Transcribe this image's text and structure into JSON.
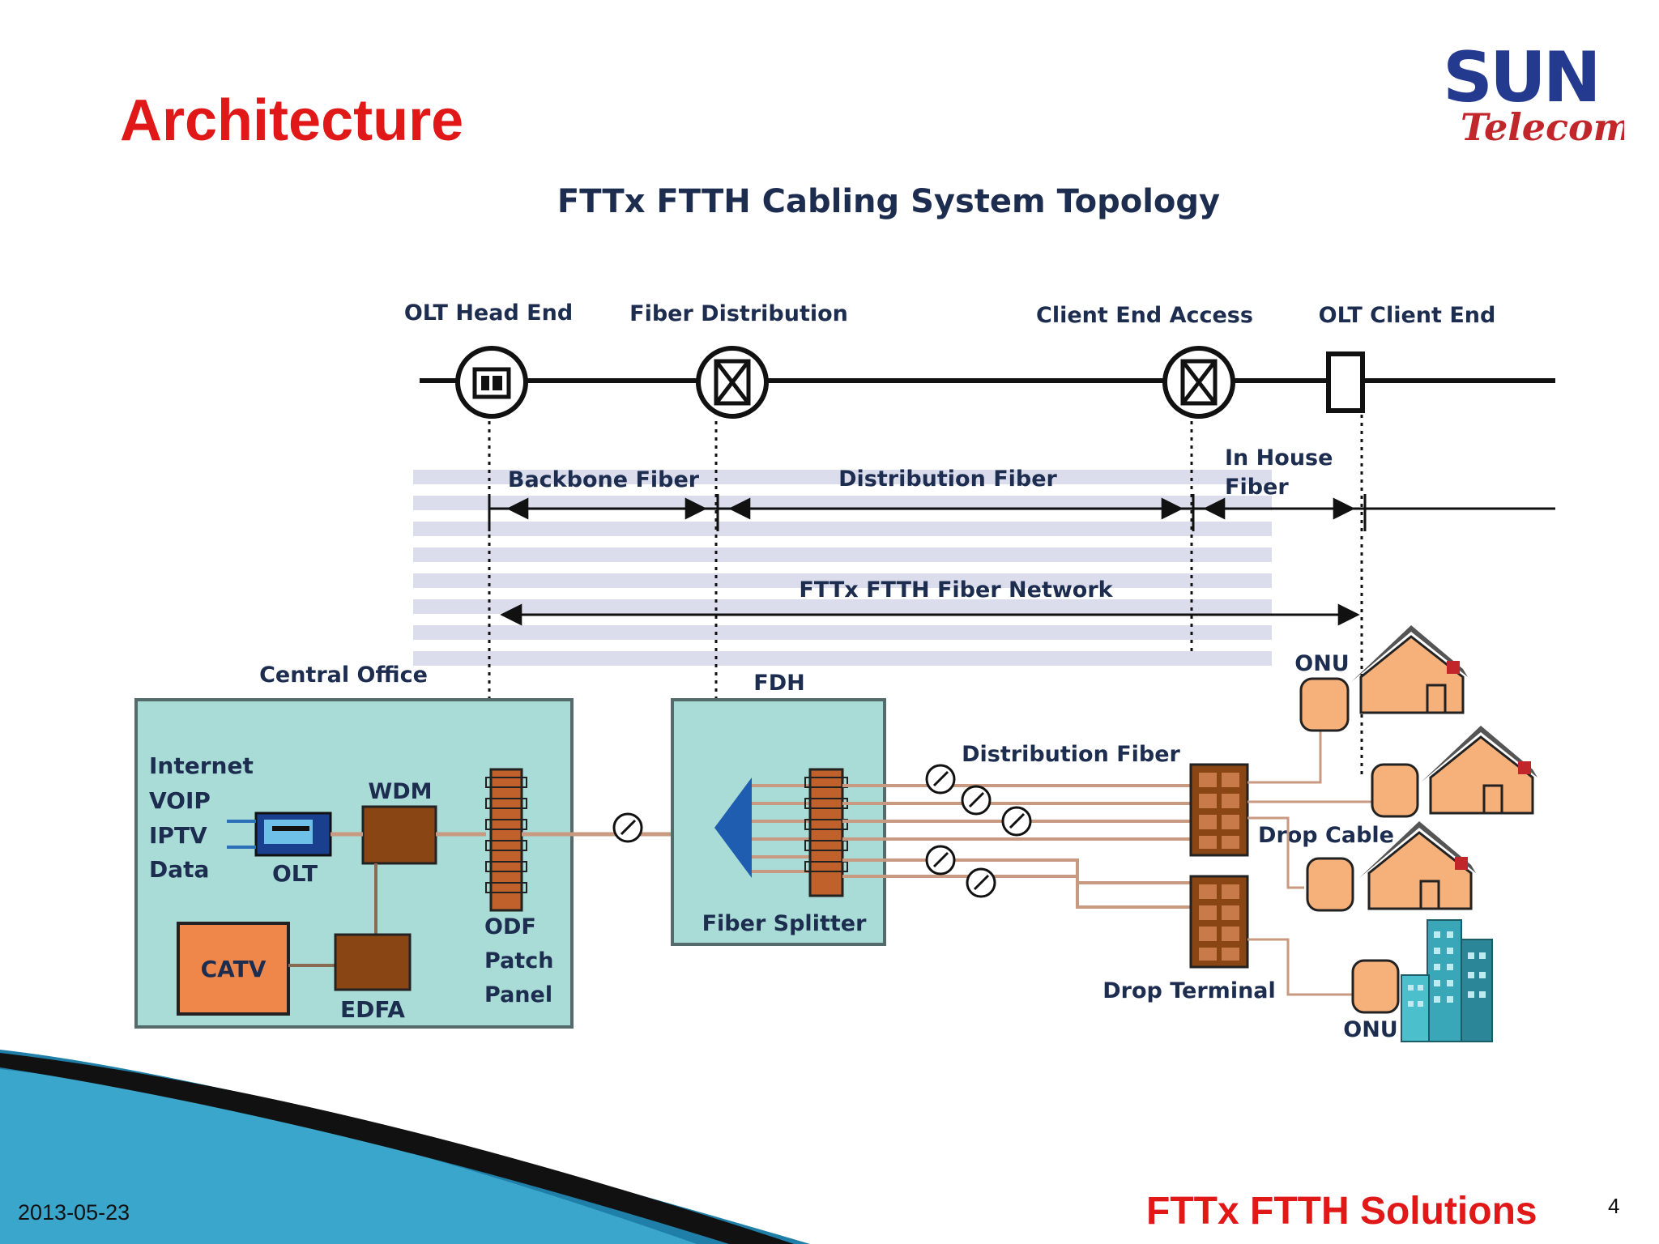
{
  "slide": {
    "title": "Architecture",
    "footer_date": "2013-05-23",
    "footer_text": "FTTx FTTH Solutions",
    "page_number": "4"
  },
  "logo": {
    "line1": "SUN",
    "line2": "Telecom"
  },
  "diagram": {
    "title": "FTTx FTTH Cabling System Topology",
    "nodes": {
      "olt_head_end": "OLT Head End",
      "fiber_distribution": "Fiber Distribution",
      "client_end_access": "Client End Access",
      "olt_client_end": "OLT Client End"
    },
    "spans": {
      "backbone": "Backbone Fiber",
      "distribution": "Distribution Fiber",
      "in_house_1": "In House",
      "in_house_2": "Fiber",
      "network": "FTTx FTTH Fiber Network"
    },
    "central_office": {
      "label": "Central Office",
      "services": [
        "Internet",
        "VOIP",
        "IPTV",
        "Data"
      ],
      "olt": "OLT",
      "wdm": "WDM",
      "catv": "CATV",
      "edfa": "EDFA",
      "odf": [
        "ODF",
        "Patch",
        "Panel"
      ]
    },
    "fdh": {
      "label": "FDH",
      "splitter": "Fiber Splitter"
    },
    "field": {
      "distribution_fiber": "Distribution Fiber",
      "drop_cable": "Drop Cable",
      "drop_terminal": "Drop Terminal",
      "onu_top": "ONU",
      "onu_bottom": "ONU"
    },
    "colors": {
      "box_fill": "#a9dcd6",
      "box_border": "#556b6b",
      "device_brown": "#8a4514",
      "catv_orange": "#f0874a",
      "splitter_blue": "#1e5db0",
      "house_orange": "#f6b07a",
      "building_teal": "#3aa7b8",
      "fiber_line": "#c89a82",
      "label_navy": "#1d2d50",
      "title_red": "#e01818"
    }
  }
}
